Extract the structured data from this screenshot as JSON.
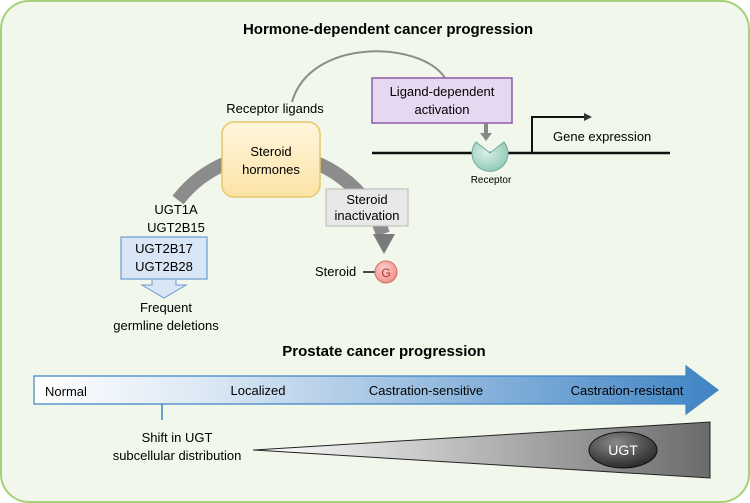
{
  "top_title": "Hormone-dependent cancer progression",
  "receptor_ligands": "Receptor ligands",
  "ligand_box": [
    "Ligand-dependent",
    "activation"
  ],
  "steroid_box": [
    "Steroid",
    "hormones"
  ],
  "gene_expression": "Gene expression",
  "receptor_label": "Receptor",
  "inactivation_box": [
    "Steroid",
    "inactivation"
  ],
  "ugt_list": [
    "UGT1A",
    "UGT2B15"
  ],
  "ugt_deleted": [
    "UGT2B17",
    "UGT2B28"
  ],
  "deletions_label": [
    "Frequent",
    "germline deletions"
  ],
  "steroid_label": "Steroid",
  "g_label": "G",
  "bottom_title": "Prostate cancer progression",
  "stages": [
    "Normal",
    "Localized",
    "Castration-sensitive",
    "Castration-resistant"
  ],
  "shift_label": [
    "Shift in UGT",
    "subcellular distribution"
  ],
  "ugt_label": "UGT",
  "colors": {
    "panel_border": "#a8d07a",
    "panel_fill": "#f1f7ea",
    "steroid_fill": "#fcecc2",
    "steroid_border": "#e8c66a",
    "ligand_fill": "#e7d8f1",
    "ligand_border": "#8f5aa8",
    "inactivation_fill": "#e8e8e8",
    "ugt_deleted_fill": "#d9e6f5",
    "ugt_deleted_border": "#6a9bd1",
    "receptor_fill": "#b7ddd0",
    "g_fill": "#f5a8a4",
    "progress_arrow": "#3f84c4"
  }
}
